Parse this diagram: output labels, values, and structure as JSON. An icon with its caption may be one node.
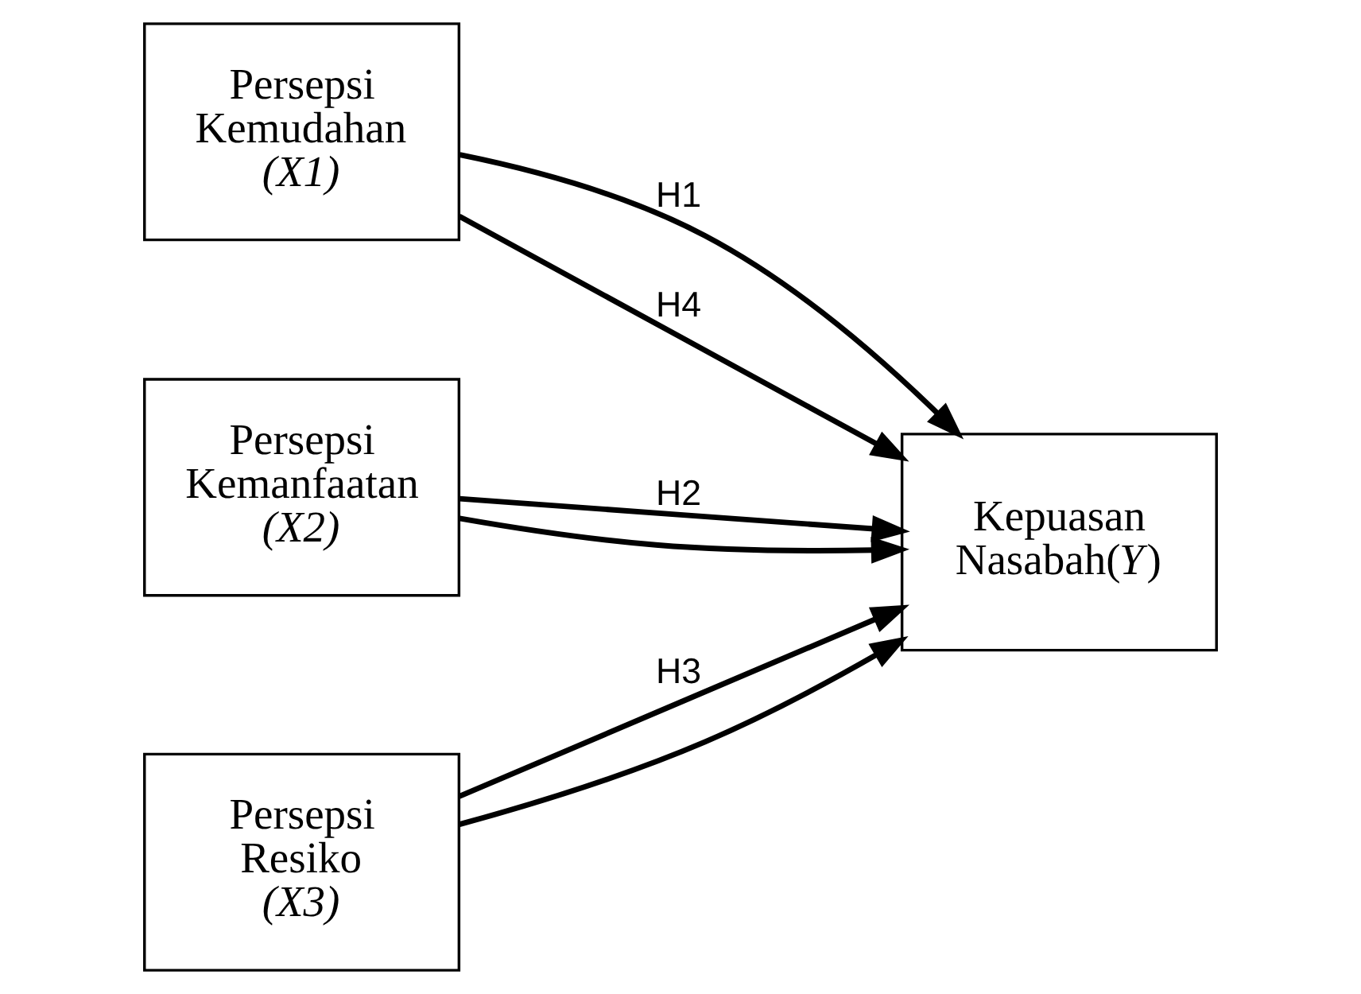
{
  "diagram": {
    "nodes": [
      {
        "text": [
          "Persepsi Kemudahan *(X1)*"
        ]
      },
      {
        "text": [
          "Persepsi Kemanfaatan *(X2)*"
        ]
      },
      {
        "text": [
          "Persepsi Resiko *(X3)*"
        ]
      },
      {
        "text": [
          "Kepuasan Nasabah(*Y*)"
        ]
      }
    ],
    "edges": [
      {
        "from": 0,
        "to": 3,
        "arrow": "to",
        "label": "H1"
      },
      {
        "from": 1,
        "to": 3,
        "arrow": "to",
        "label": "H2"
      },
      {
        "from": 2,
        "to": 3,
        "arrow": "to",
        "label": "H3"
      },
      {
        "from": 0,
        "to": 3,
        "arrow": "to",
        "label": "H4"
      },
      {
        "from": 1,
        "to": 3,
        "arrow": "to"
      },
      {
        "from": 2,
        "to": 3,
        "arrow": "to"
      }
    ]
  }
}
